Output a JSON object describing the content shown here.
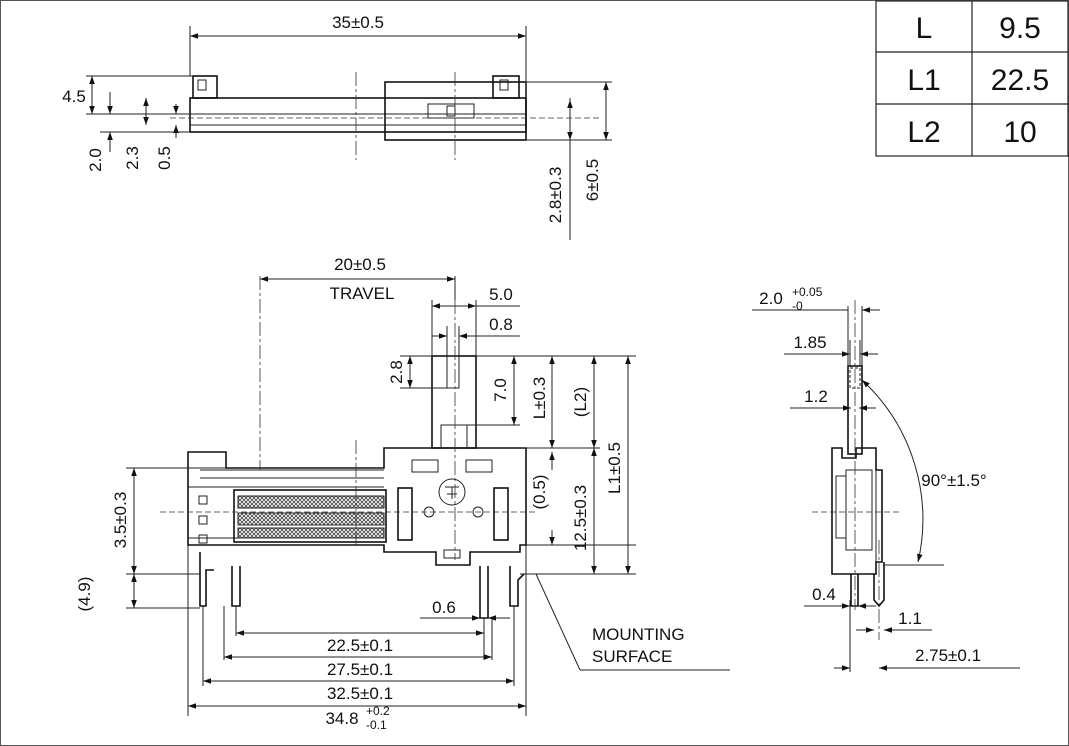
{
  "table": {
    "rows": [
      {
        "key": "L",
        "value": "9.5"
      },
      {
        "key": "L1",
        "value": "22.5"
      },
      {
        "key": "L2",
        "value": "10"
      }
    ]
  },
  "top_view": {
    "overall_length": "35±0.5",
    "height_a": "4.5",
    "dim_2_0": "2.0",
    "dim_2_3": "2.3",
    "dim_0_5": "0.5",
    "dim_2_8": "2.8±0.3",
    "dim_6": "6±0.5"
  },
  "front_view": {
    "travel_dim": "20±0.5",
    "travel_label": "TRAVEL",
    "knob_width": "5.0",
    "knob_slot": "0.8",
    "knob_top": "2.8",
    "knob_height": "7.0",
    "dim_L": "L±0.3",
    "dim_L2": "(L2)",
    "dim_L1": "L1±0.5",
    "dim_0_5p": "(0.5)",
    "dim_12_5": "12.5±0.3",
    "dim_3_5": "3.5±0.3",
    "dim_4_9": "(4.9)",
    "dim_0_6": "0.6",
    "pitch_22_5": "22.5±0.1",
    "pitch_27_5": "27.5±0.1",
    "pitch_32_5": "32.5±0.1",
    "pitch_34_8_base": "34.8",
    "pitch_34_8_sup": "+0.2",
    "pitch_34_8_sub": "-0.1",
    "mounting_line1": "MOUNTING",
    "mounting_line2": "SURFACE"
  },
  "side_view": {
    "knob_w_base": "2.0",
    "knob_w_sup": "+0.05",
    "knob_w_sub": "-0",
    "dim_1_85": "1.85",
    "dim_1_2": "1.2",
    "angle": "90°±1.5°",
    "dim_0_4": "0.4",
    "dim_1_1": "1.1",
    "dim_2_75": "2.75±0.1"
  }
}
